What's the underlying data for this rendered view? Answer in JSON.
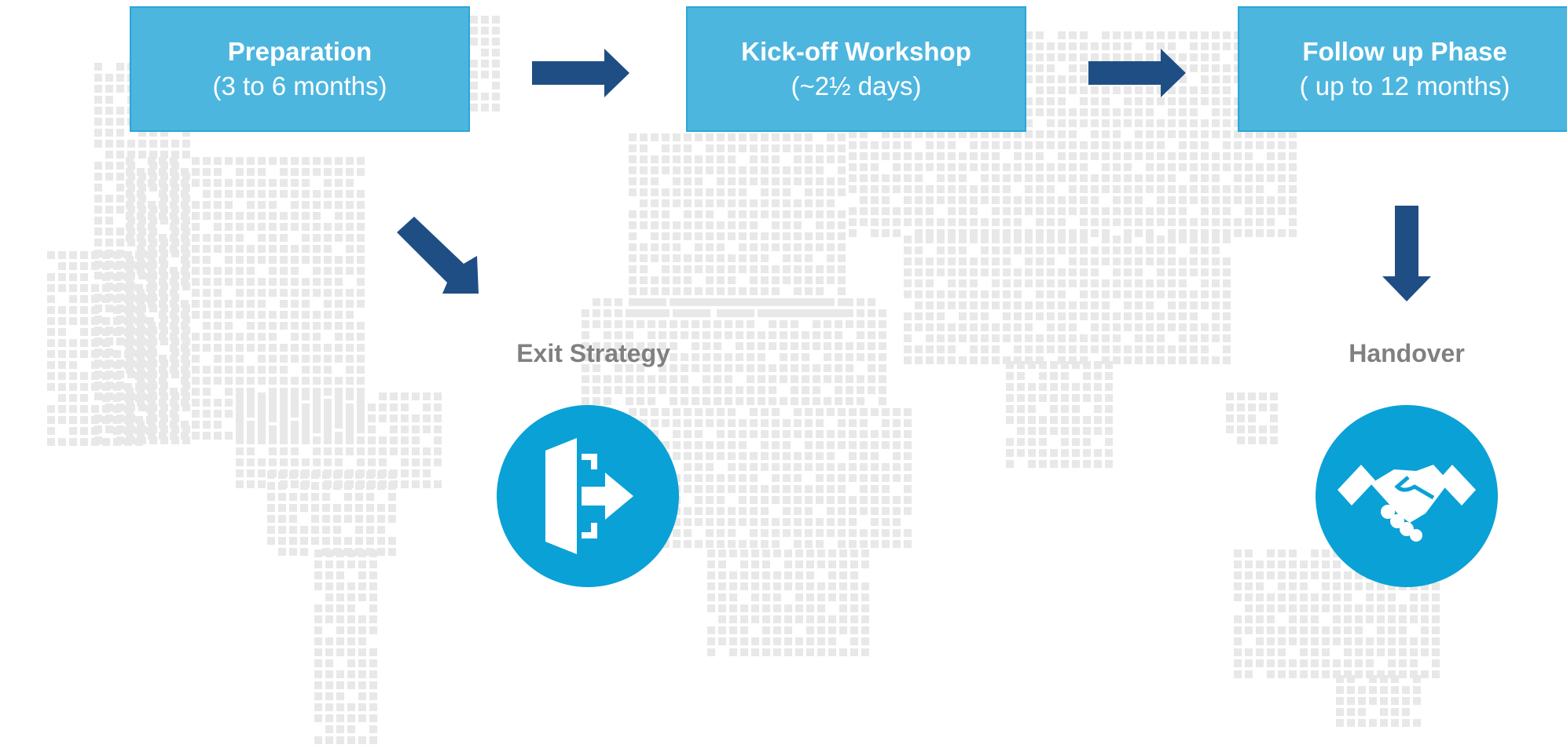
{
  "colors": {
    "box": "#4db6df",
    "box_border": "#2aa6d8",
    "arrow": "#1f4e85",
    "circle": "#0aa1d6",
    "label": "#808080",
    "map": "#e8e8e8"
  },
  "steps": [
    {
      "title": "Preparation",
      "subtitle": "(3 to 6 months)"
    },
    {
      "title": "Kick-off Workshop",
      "subtitle": "(~2½ days)"
    },
    {
      "title": "Follow up Phase",
      "subtitle": "( up to 12 months)"
    }
  ],
  "outcomes": [
    {
      "label": "Exit Strategy",
      "icon": "exit-icon"
    },
    {
      "label": "Handover",
      "icon": "handshake-icon"
    }
  ]
}
